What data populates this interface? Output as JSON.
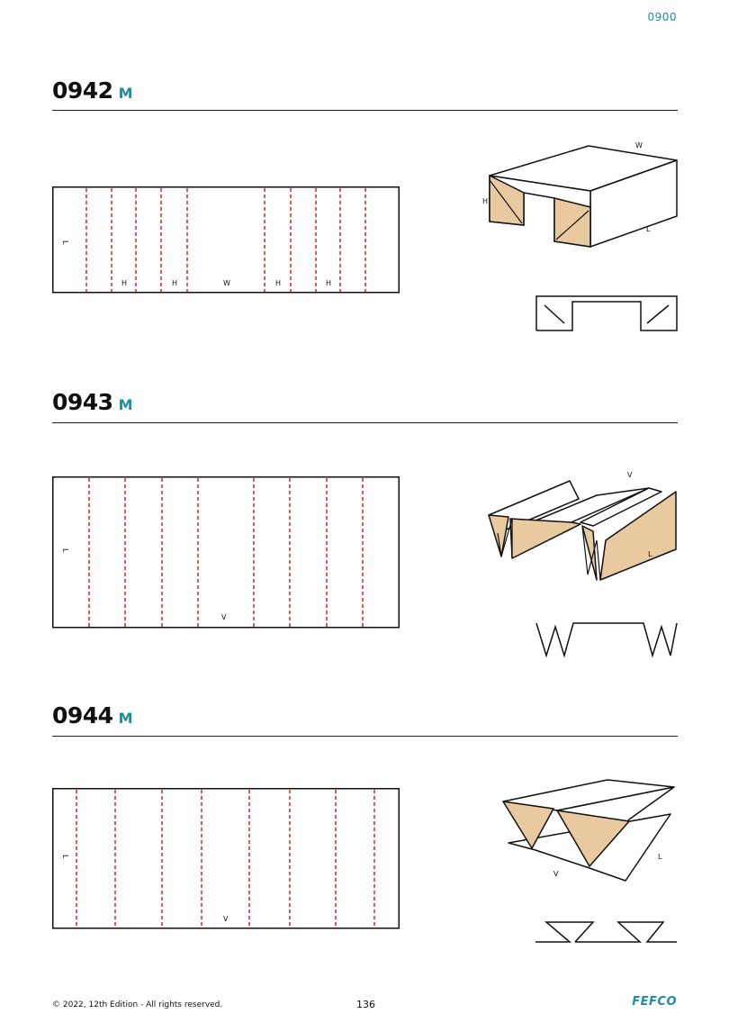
{
  "header": {
    "section_code": "0900"
  },
  "brand": {
    "accent": "#1a8fa0",
    "fold_line": "#d9251d",
    "panel_fill": "#e8c9a0"
  },
  "designs": [
    {
      "code": "0942",
      "suffix": "M",
      "flat_labels": {
        "length": "L",
        "h1": "H",
        "h2": "H",
        "w": "W",
        "h3": "H",
        "h4": "H"
      },
      "model_labels": {
        "w": "W",
        "h": "H",
        "l": "L"
      }
    },
    {
      "code": "0943",
      "suffix": "M",
      "flat_labels": {
        "length": "L",
        "v": "V"
      },
      "model_labels": {
        "v": "V",
        "l": "L"
      }
    },
    {
      "code": "0944",
      "suffix": "M",
      "flat_labels": {
        "length": "L",
        "v": "V"
      },
      "model_labels": {
        "l": "L",
        "v": "V"
      }
    }
  ],
  "footer": {
    "copyright": "© 2022, 12th Edition - All rights reserved.",
    "page_number": "136",
    "logo": "FEFCO"
  }
}
